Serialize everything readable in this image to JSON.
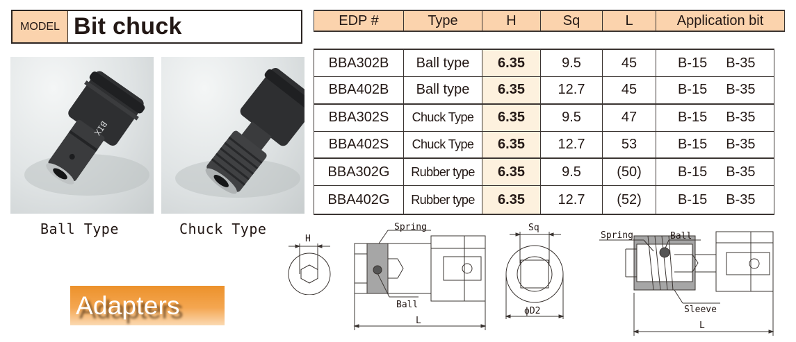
{
  "model": {
    "label": "MODEL",
    "name": "Bit chuck"
  },
  "photos": [
    {
      "name": "ball-type-photo",
      "caption": "Ball Type"
    },
    {
      "name": "chuck-type-photo",
      "caption": "Chuck Type"
    }
  ],
  "banner": {
    "text": "Adapters",
    "color": "#ec912b"
  },
  "table": {
    "headers": [
      "EDP #",
      "Type",
      "H",
      "Sq",
      "L",
      "Application bit"
    ],
    "rows": [
      {
        "edp": "BBA302B",
        "type": "Ball type",
        "h": "6.35",
        "sq": "9.5",
        "l": "45",
        "app": [
          "B-15",
          "B-35"
        ]
      },
      {
        "edp": "BBA402B",
        "type": "Ball type",
        "h": "6.35",
        "sq": "12.7",
        "l": "45",
        "app": [
          "B-15",
          "B-35"
        ]
      },
      {
        "edp": "BBA302S",
        "type": "Chuck Type",
        "h": "6.35",
        "sq": "9.5",
        "l": "47",
        "app": [
          "B-15",
          "B-35"
        ]
      },
      {
        "edp": "BBA402S",
        "type": "Chuck Type",
        "h": "6.35",
        "sq": "12.7",
        "l": "53",
        "app": [
          "B-15",
          "B-35"
        ]
      },
      {
        "edp": "BBA302G",
        "type": "Rubber type",
        "h": "6.35",
        "sq": "9.5",
        "l": "(50)",
        "app": [
          "B-15",
          "B-35"
        ]
      },
      {
        "edp": "BBA402G",
        "type": "Rubber type",
        "h": "6.35",
        "sq": "12.7",
        "l": "(52)",
        "app": [
          "B-15",
          "B-35"
        ]
      }
    ],
    "colors": {
      "header_bg": "#fbd3ad",
      "h_column_bg": "#fdf1de"
    }
  },
  "diagrams": {
    "hex_end": {
      "dim": "H"
    },
    "ball_type": {
      "spring": "Spring",
      "ball": "Ball",
      "length": "L"
    },
    "square_end": {
      "dim": "Sq",
      "diameter": "ϕD2"
    },
    "chuck_type": {
      "spring": "Spring",
      "ball": "Ball",
      "sleeve": "Sleeve",
      "length": "L"
    }
  }
}
